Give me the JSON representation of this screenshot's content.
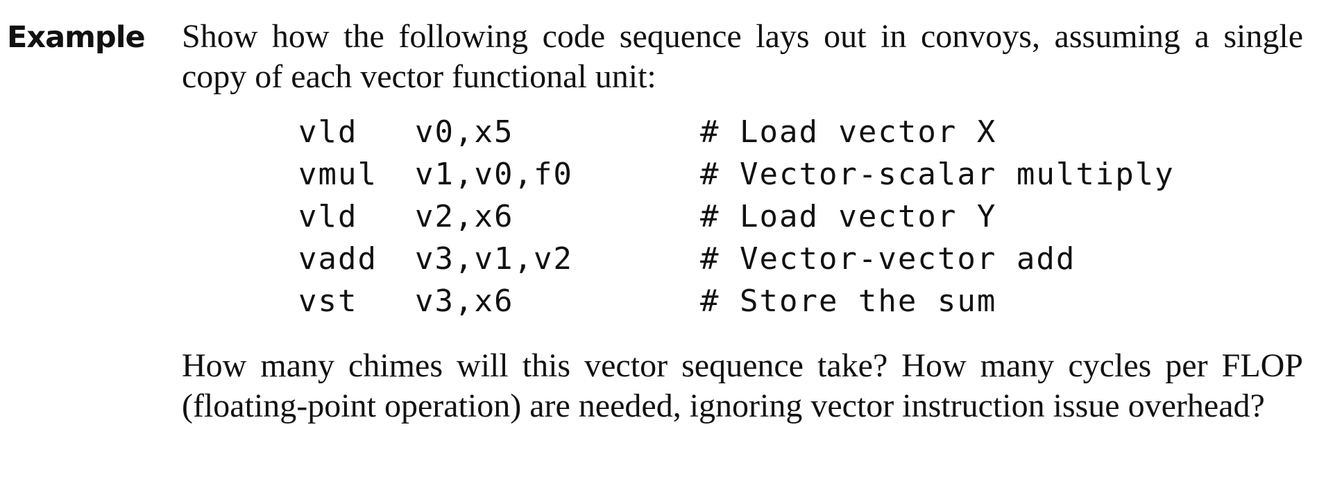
{
  "label": "Example",
  "intro": "Show how the following code sequence lays out in convoys, assuming a single copy of each vector functional unit:",
  "code": [
    {
      "op": "vld",
      "args": "v0,x5",
      "comment": "# Load vector X"
    },
    {
      "op": "vmul",
      "args": "v1,v0,f0",
      "comment": "# Vector-scalar multiply"
    },
    {
      "op": "vld",
      "args": "v2,x6",
      "comment": "# Load vector Y"
    },
    {
      "op": "vadd",
      "args": "v3,v1,v2",
      "comment": "# Vector-vector add"
    },
    {
      "op": "vst",
      "args": "v3,x6",
      "comment": "# Store the sum"
    }
  ],
  "question": "How many chimes will this vector sequence take? How many cycles per FLOP (floating-point operation) are needed, ignoring vector instruction issue overhead?"
}
